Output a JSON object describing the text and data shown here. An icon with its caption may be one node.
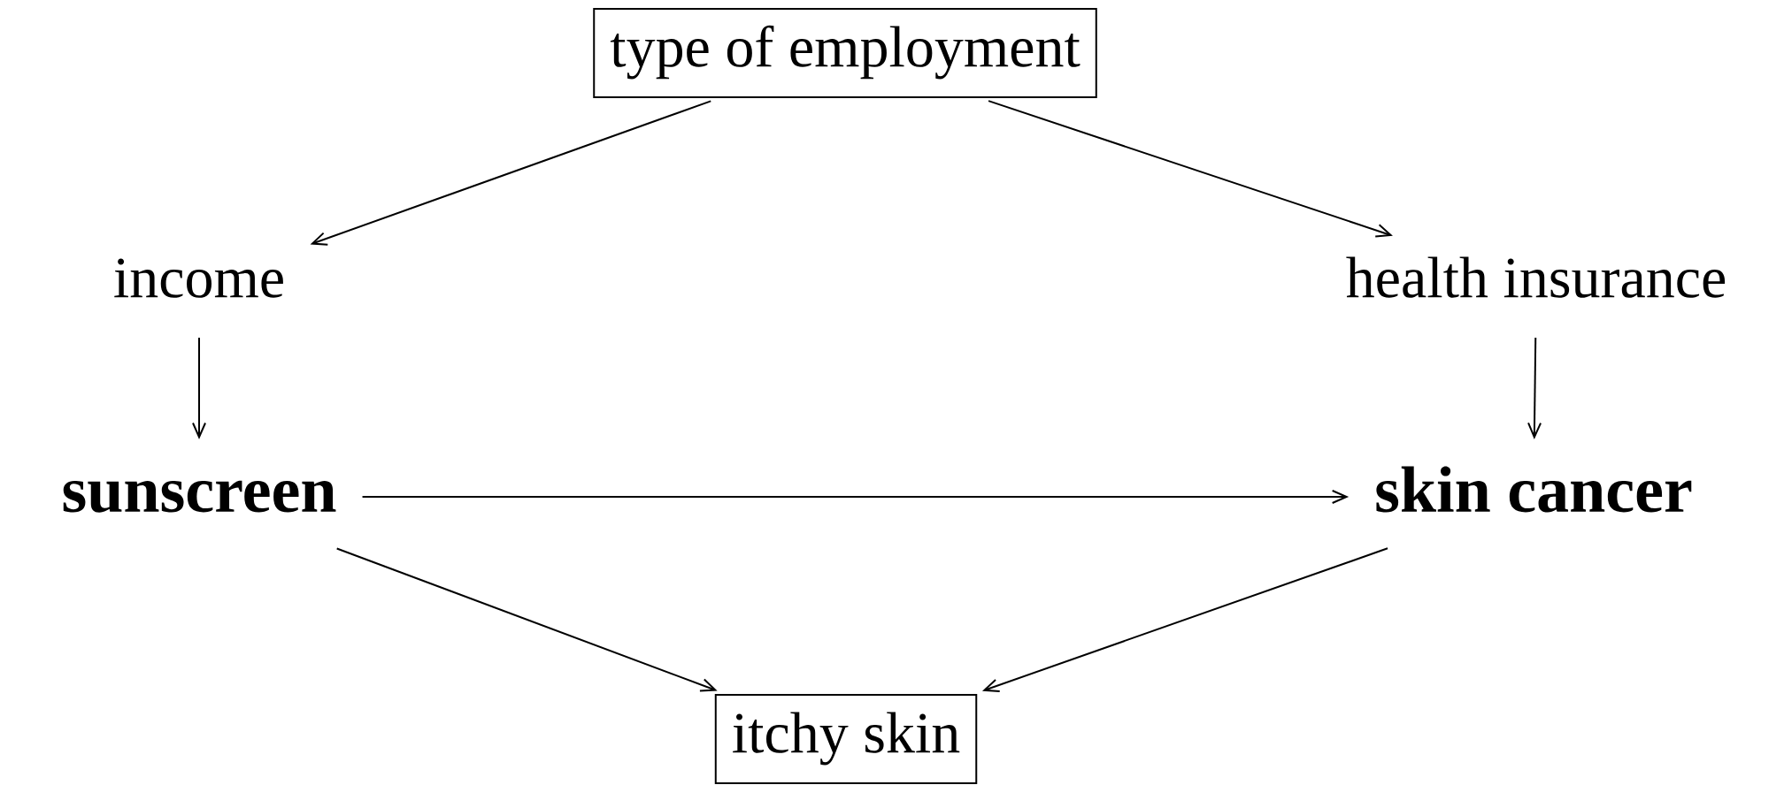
{
  "diagram": {
    "nodes": [
      {
        "text": [
          "type of employment"
        ]
      },
      {
        "text": [
          "income"
        ]
      },
      {
        "text": [
          "health insurance"
        ]
      },
      {
        "text": [
          "sunscreen"
        ]
      },
      {
        "text": [
          "skin cancer"
        ]
      },
      {
        "text": [
          "itchy skin"
        ]
      }
    ],
    "edges": [
      {
        "from": 0,
        "to": 1,
        "arrow": "to"
      },
      {
        "from": 0,
        "to": 2,
        "arrow": "to"
      },
      {
        "from": 1,
        "to": 3,
        "arrow": "to"
      },
      {
        "from": 2,
        "to": 4,
        "arrow": "to"
      },
      {
        "from": 3,
        "to": 4,
        "arrow": "to"
      },
      {
        "from": 3,
        "to": 5,
        "arrow": "to"
      },
      {
        "from": 4,
        "to": 5,
        "arrow": "to"
      }
    ]
  }
}
